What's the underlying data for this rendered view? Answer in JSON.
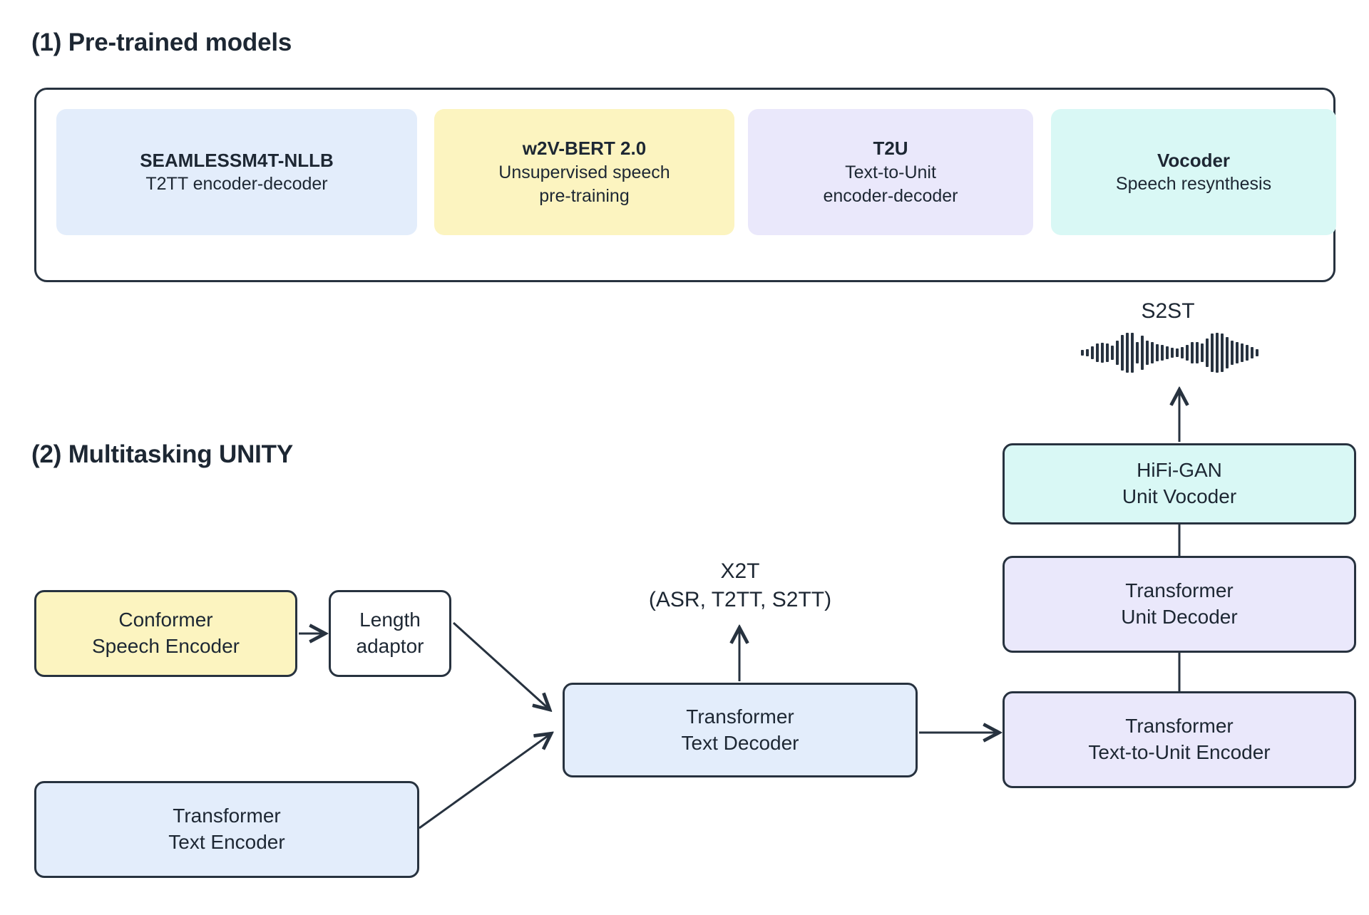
{
  "sections": [
    {
      "id": "pretrained",
      "heading": "(1) Pre-trained models"
    },
    {
      "id": "multitasking",
      "heading": "(2) Multitasking UNITY"
    }
  ],
  "pretrained_models": [
    {
      "title": "SEAMLESSM4T-NLLB",
      "subtitle_line1": "T2TT encoder-decoder",
      "subtitle_line2": "",
      "color": "#e3edfb"
    },
    {
      "title": "w2V-BERT 2.0",
      "subtitle_line1": "Unsupervised speech",
      "subtitle_line2": "pre-training",
      "color": "#fcf4c0"
    },
    {
      "title": "T2U",
      "subtitle_line1": "Text-to-Unit",
      "subtitle_line2": "encoder-decoder",
      "color": "#eae8fb"
    },
    {
      "title": "Vocoder",
      "subtitle_line1": "Speech resynthesis",
      "subtitle_line2": "",
      "color": "#d9f8f5"
    }
  ],
  "output": {
    "s2st_label": "S2ST",
    "waveform_bars": [
      8,
      10,
      18,
      26,
      28,
      26,
      20,
      34,
      50,
      56,
      56,
      30,
      48,
      34,
      30,
      24,
      22,
      18,
      14,
      12,
      16,
      22,
      30,
      30,
      26,
      40,
      54,
      56,
      54,
      44,
      34,
      30,
      26,
      22,
      16,
      10
    ]
  },
  "flow": {
    "conformer": {
      "line1": "Conformer",
      "line2": "Speech Encoder",
      "color": "#fcf4c0"
    },
    "length_adaptor": {
      "line1": "Length",
      "line2": "adaptor",
      "color": "#ffffff"
    },
    "text_encoder": {
      "line1": "Transformer",
      "line2": "Text Encoder",
      "color": "#e3edfb"
    },
    "text_decoder": {
      "line1": "Transformer",
      "line2": "Text Decoder",
      "color": "#e3edfb"
    },
    "x2t": {
      "line1": "X2T",
      "line2": "(ASR, T2TT, S2TT)"
    },
    "hifigan": {
      "line1": "HiFi-GAN",
      "line2": "Unit Vocoder",
      "color": "#d9f8f5"
    },
    "unit_decoder": {
      "line1": "Transformer",
      "line2": "Unit Decoder",
      "color": "#eae8fb"
    },
    "t2u_encoder": {
      "line1": "Transformer",
      "line2": "Text-to-Unit Encoder",
      "color": "#eae8fb"
    }
  },
  "theme": {
    "stroke": "#27323f",
    "text": "#1d2733",
    "background": "#ffffff"
  }
}
